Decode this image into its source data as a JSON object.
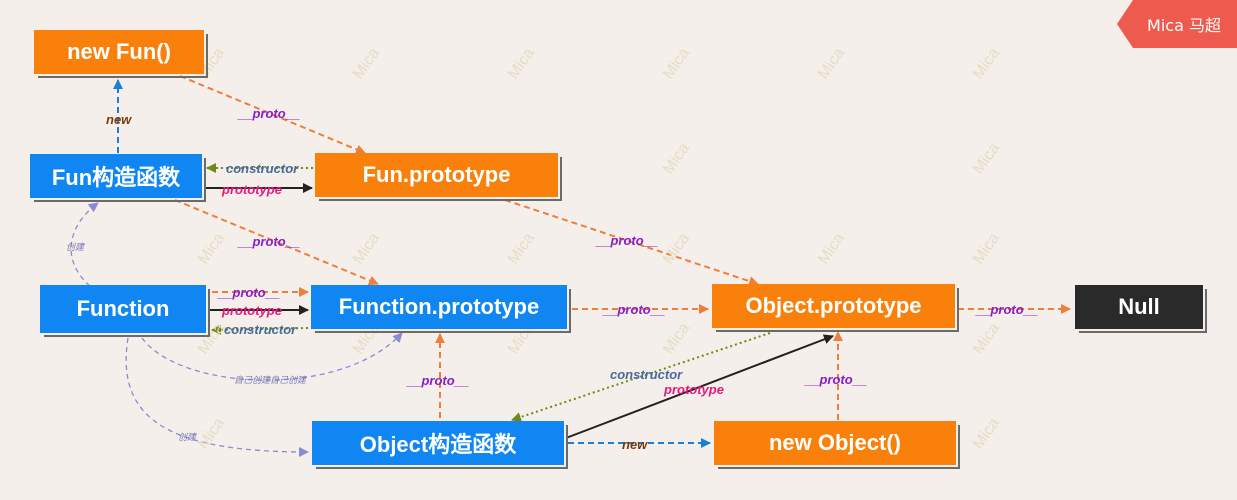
{
  "author_tag": "Mica 马超",
  "watermark": "Mica",
  "nodes": {
    "new_fun": "new Fun()",
    "fun_ctor": "Fun构造函数",
    "fun_proto": "Fun.prototype",
    "function": "Function",
    "function_proto": "Function.prototype",
    "object_proto": "Object.prototype",
    "null": "Null",
    "object_ctor": "Object构造函数",
    "new_object": "new Object()"
  },
  "edge_labels": {
    "proto": "__proto__",
    "prototype": "prototype",
    "constructor": "constructor",
    "new": "new",
    "create": "创建",
    "self_create": "自己创建自己创建"
  },
  "colors": {
    "orange_node": "#f9810b",
    "blue_node": "#0f86f2",
    "null_node": "#2a2a2a",
    "proto_arrow": "#ef7e3a",
    "new_arrow": "#1a7fd6",
    "constructor_arrow": "#6e8a16",
    "create_arrow": "#8c8ad0",
    "prototype_arrow": "#222222"
  }
}
